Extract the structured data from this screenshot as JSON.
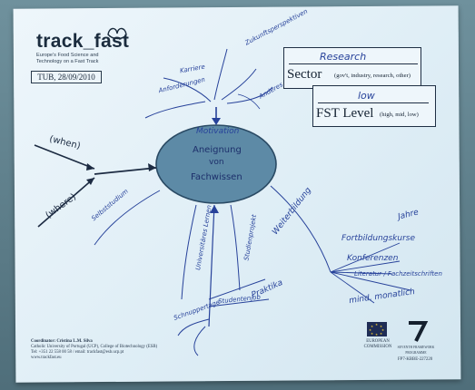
{
  "header": {
    "logo_text": "track_fast",
    "logo_tagline": "Europe's Food Science and Technology on a Fast Track",
    "date_stamp": "TUB, 28/09/2010"
  },
  "sector_box": {
    "value": "Research",
    "label": "Sector",
    "hint": "(gov't, industry, research, other)"
  },
  "fst_box": {
    "value": "low",
    "label": "FST Level",
    "hint": "(high, mid, low)"
  },
  "mindmap": {
    "center_lines": [
      "Aneignung",
      "von",
      "Fachwissen"
    ],
    "left_inputs": [
      "(when)",
      "(where)"
    ],
    "top_branch": {
      "label": "Motivation",
      "notes": [
        "Anforderungen",
        "Karriere",
        "Zukunftsperspektiven",
        "Anderes"
      ]
    },
    "bottom_branches": [
      "Universitäres Lernen",
      "Praktika",
      "Studentenjob"
    ],
    "left_branch": "Selbststudium",
    "right_branch": "Weiterbildung",
    "right_notes": [
      "Jahre",
      "Fortbildungskurse",
      "Konferenzen",
      "Literatur / Fachzeitschriften",
      "mind. monatlich"
    ],
    "lower_notes": [
      "Schnuppertage",
      "Studienprojekt"
    ]
  },
  "footer": {
    "coordinator": "Coordinator: Cristina L.M. Silva",
    "affiliation": "Catholic University of Portugal (UCP), College of Biotechnology (ESB)",
    "contact": "Tel: +351 22 558 00 58 / email: trackfast@esb.ucp.pt",
    "website": "www.trackfast.eu",
    "ec_label": "EUROPEAN COMMISSION",
    "fp7_label": "SEVENTH FRAMEWORK PROGRAMME",
    "grant": "FP7-KBBE-227220"
  },
  "colors": {
    "ink": "#27429a",
    "ellipse_fill": "#5d8aa6",
    "paper": "#e6f1f7"
  }
}
